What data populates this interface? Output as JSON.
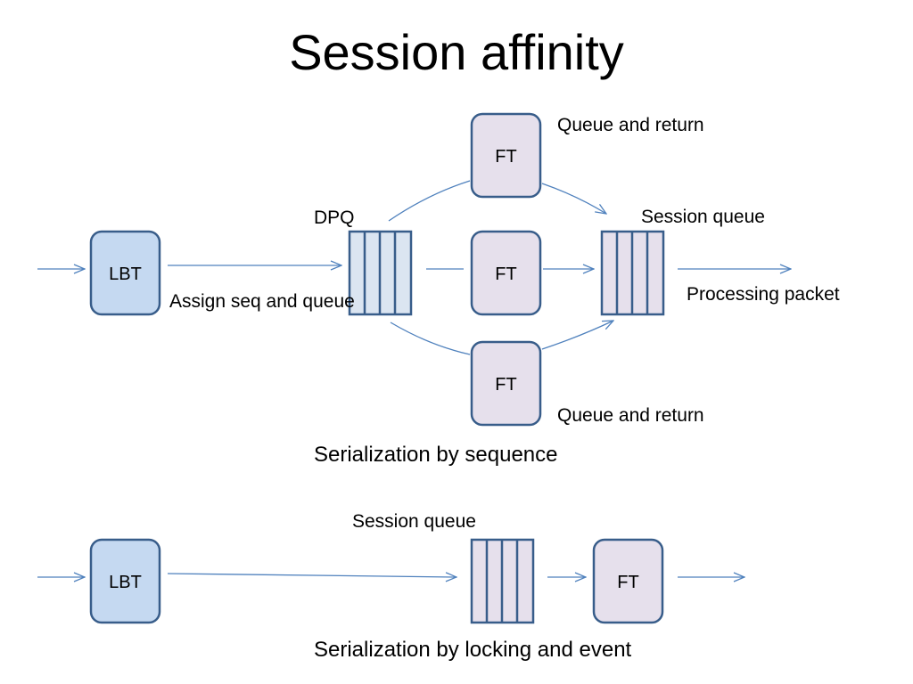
{
  "slide": {
    "title": "Session affinity"
  },
  "top_diagram": {
    "lbt_label": "LBT",
    "assign_label": "Assign seq and queue",
    "dpq_label": "DPQ",
    "ft_top_label": "FT",
    "ft_middle_label": "FT",
    "ft_bottom_label": "FT",
    "queue_return_top": "Queue and return",
    "queue_return_bottom": "Queue and return",
    "session_queue_label": "Session queue",
    "processing_label": "Processing packet",
    "caption": "Serialization by sequence"
  },
  "bottom_diagram": {
    "lbt_label": "LBT",
    "session_queue_label": "Session queue",
    "ft_label": "FT",
    "caption": "Serialization by locking and event"
  },
  "colors": {
    "lbt_fill": "#c5d9f1",
    "ft_fill": "#e6e0ec",
    "dpq_fill": "#dbe5f1",
    "stroke": "#385d8a",
    "arrow": "#4f81bd"
  }
}
